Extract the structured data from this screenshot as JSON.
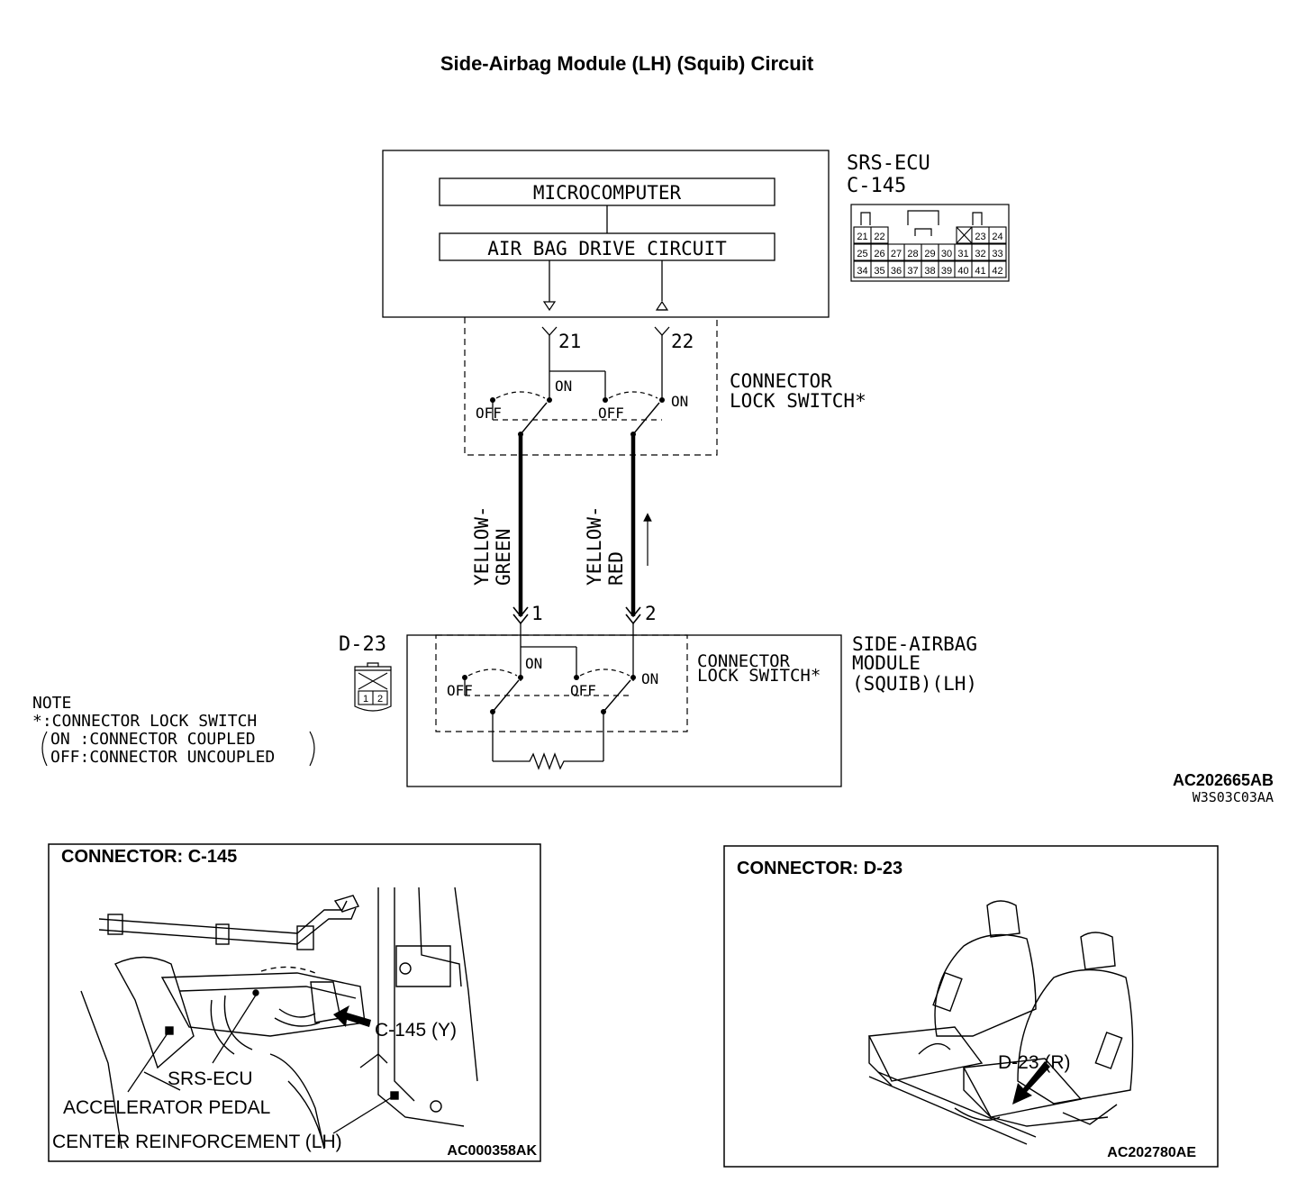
{
  "title": "Side-Airbag Module (LH) (Squib) Circuit",
  "ecu": {
    "name": "SRS-ECU",
    "connector": "C-145",
    "microcomputer": "MICROCOMPUTER",
    "drive_circuit": "AIR BAG DRIVE CIRCUIT",
    "pins_row1": [
      "21",
      "22",
      "23",
      "24"
    ],
    "pins_row2": [
      "25",
      "26",
      "27",
      "28",
      "29",
      "30",
      "31",
      "32",
      "33"
    ],
    "pins_row3": [
      "34",
      "35",
      "36",
      "37",
      "38",
      "39",
      "40",
      "41",
      "42"
    ]
  },
  "terminals": {
    "t21": "21",
    "t22": "22",
    "t1": "1",
    "t2": "2"
  },
  "switch_labels": {
    "on": "ON",
    "off": "OFF"
  },
  "lock_switch_upper": {
    "line1": "CONNECTOR",
    "line2": "LOCK SWITCH*"
  },
  "lock_switch_lower": {
    "line1": "CONNECTOR",
    "line2": "LOCK SWITCH*"
  },
  "wires": {
    "w1_line1": "YELLOW-",
    "w1_line2": "GREEN",
    "w2_line1": "YELLOW-",
    "w2_line2": "RED"
  },
  "module": {
    "connector": "D-23",
    "line1": "SIDE-AIRBAG",
    "line2": "MODULE",
    "line3": "(SQUIB)(LH)",
    "pins": [
      "1",
      "2"
    ]
  },
  "note": {
    "heading": "NOTE",
    "line1": "*:CONNECTOR LOCK SWITCH",
    "line2": "ON  :CONNECTOR COUPLED",
    "line3": "OFF:CONNECTOR UNCOUPLED"
  },
  "codes": {
    "main": "AC202665AB",
    "sub": "W3S03C03AA"
  },
  "panel_left": {
    "title": "CONNECTOR: C-145",
    "callout_connector": "C-145 (Y)",
    "callout_ecu": "SRS-ECU",
    "callout_pedal": "ACCELERATOR PEDAL",
    "callout_reinf": "CENTER REINFORCEMENT (LH)",
    "code": "AC000358AK"
  },
  "panel_right": {
    "title": "CONNECTOR: D-23",
    "callout_connector": "D-23 (R)",
    "code": "AC202780AE"
  }
}
